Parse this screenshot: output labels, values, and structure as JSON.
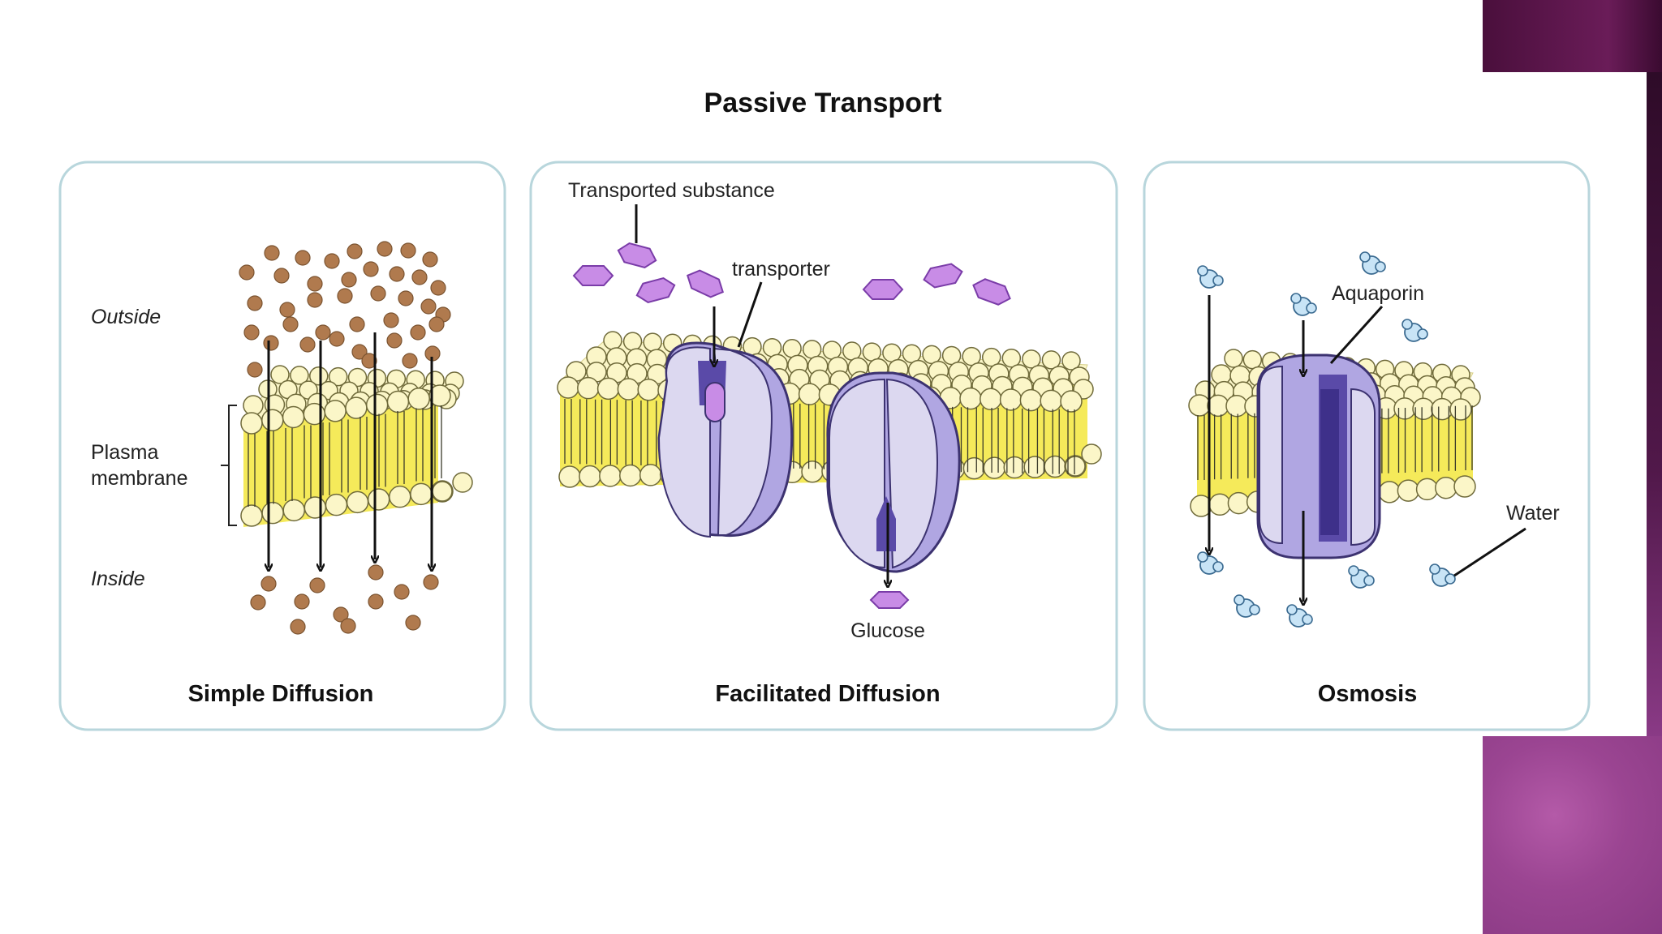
{
  "title": "Passive Transport",
  "panels": [
    {
      "heading": "Simple Diffusion",
      "labels": {
        "outside": "Outside",
        "membrane_line1": "Plasma",
        "membrane_line2": "membrane",
        "inside": "Inside"
      }
    },
    {
      "heading": "Facilitated Diffusion",
      "labels": {
        "substance": "Transported substance",
        "transporter": "transporter",
        "glucose": "Glucose"
      }
    },
    {
      "heading": "Osmosis",
      "labels": {
        "aquaporin": "Aquaporin",
        "water": "Water"
      }
    }
  ],
  "colors": {
    "panel_border": "#b8d6dc",
    "lipid_head": "#fbf6c8",
    "lipid_tail": "#f5ea5a",
    "particle": "#b07a4e",
    "glucose": "#c88ce6",
    "protein_light": "#dcd8f0",
    "protein_mid": "#b0a6e2",
    "protein_dark": "#5a4aa8",
    "water": "#c8e4f6"
  }
}
